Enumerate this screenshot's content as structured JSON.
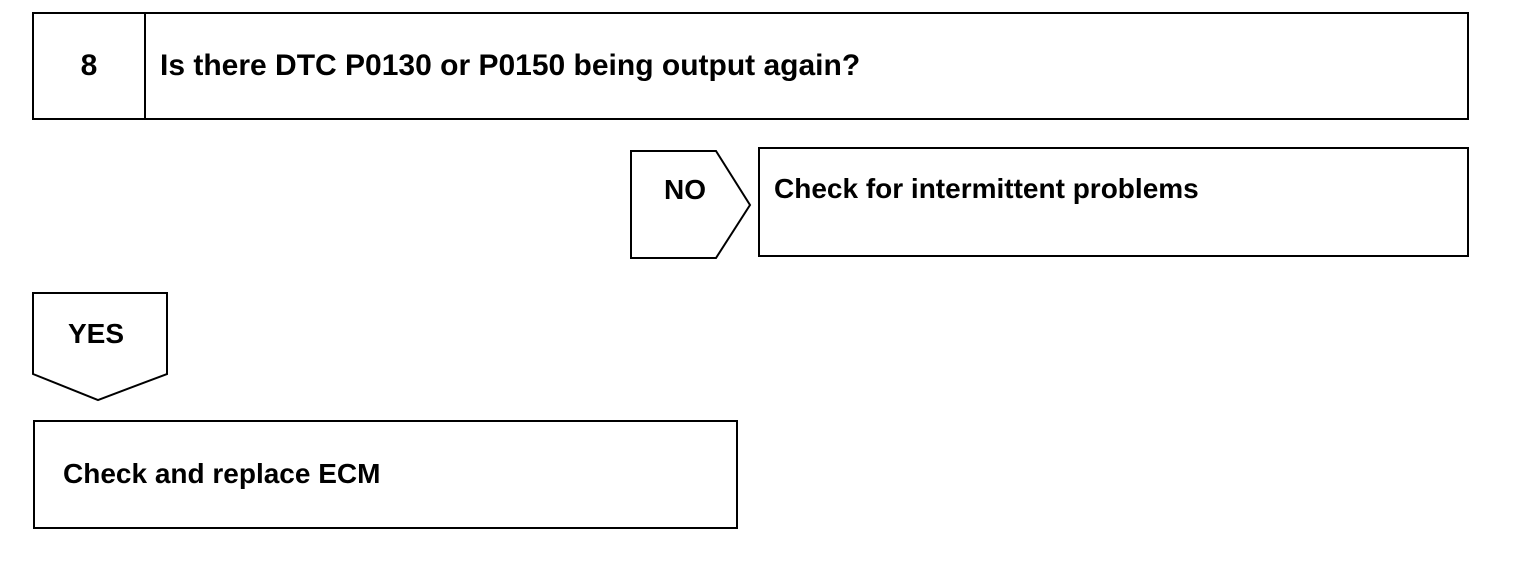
{
  "step": {
    "number": "8",
    "question": "Is there DTC P0130 or P0150 being output again?"
  },
  "branches": {
    "no": {
      "label": "NO",
      "result": "Check for intermittent problems"
    },
    "yes": {
      "label": "YES",
      "result": "Check and replace ECM"
    }
  }
}
